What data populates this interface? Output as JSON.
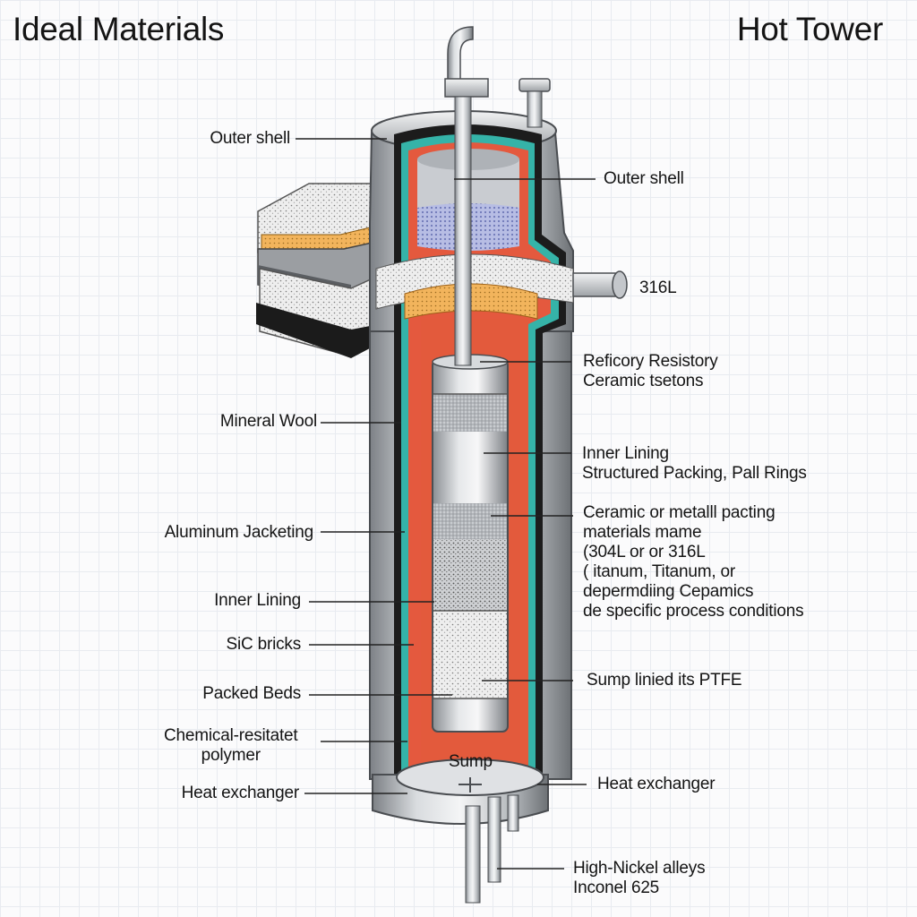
{
  "titles": {
    "left": "Ideal Materials",
    "right": "Hot Tower"
  },
  "callouts_left": [
    {
      "text": "Outer shell"
    },
    {
      "text": "Mineral Wool"
    },
    {
      "text": "Aluminum Jacketing"
    },
    {
      "text": "Inner Lining"
    },
    {
      "text": "SiC bricks"
    },
    {
      "text": "Packed Beds"
    },
    {
      "lines": [
        "Chemical-resitatet",
        "polymer"
      ]
    },
    {
      "text": "Heat exchanger"
    }
  ],
  "callouts_right": [
    {
      "text": "Outer shell"
    },
    {
      "text": "316L"
    },
    {
      "lines": [
        "Reficory Resistory",
        "Ceramic tsetons"
      ]
    },
    {
      "lines": [
        "Inner Lining",
        "Structured Packing, Pall Rings"
      ]
    },
    {
      "lines": [
        "Ceramic or metalll pacting",
        "materials mame",
        "(304L or or 316L",
        "( itanum, Titanum, or",
        "depermdiing Cepamics",
        "de specific process conditions"
      ]
    },
    {
      "text": "Sump linied its PTFE"
    },
    {
      "text": "Heat exchanger"
    },
    {
      "lines": [
        "High-Nickel alleys",
        "Inconel 625"
      ]
    }
  ],
  "sump_label": "Sump"
}
